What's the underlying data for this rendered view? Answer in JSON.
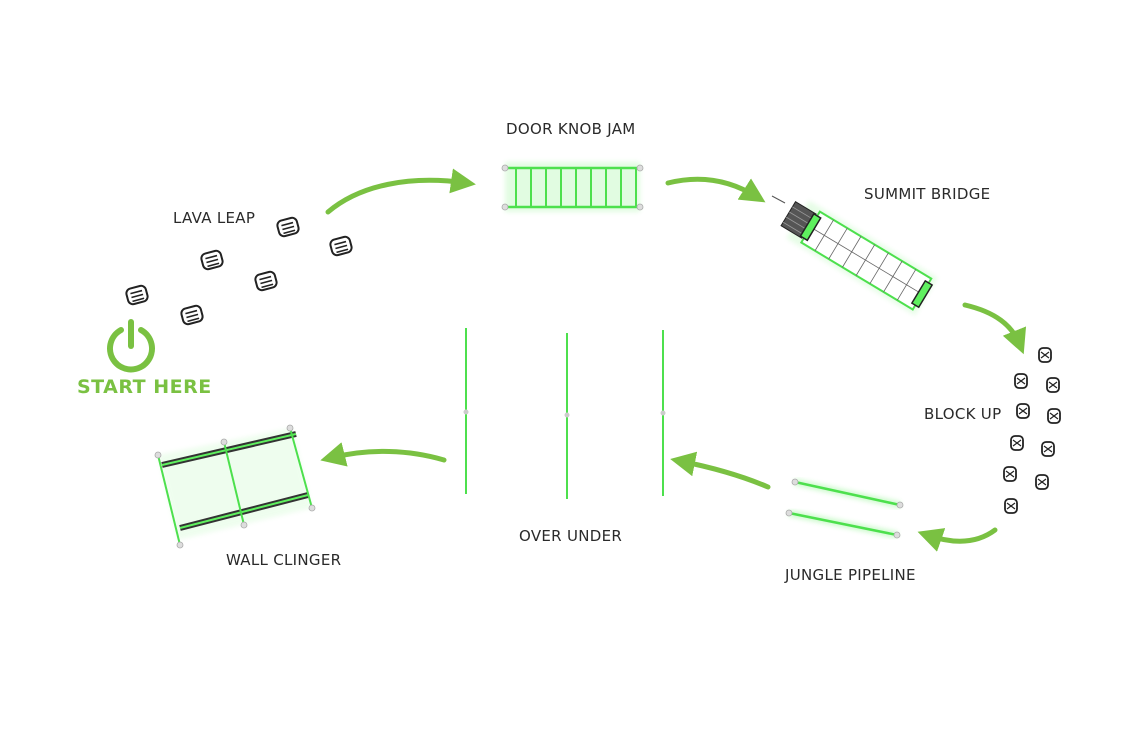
{
  "colors": {
    "accent": "#7ac142",
    "neon": "#5ff05f",
    "ink": "#2a2a2a"
  },
  "start": {
    "label": "START HERE",
    "icon": "power-icon"
  },
  "stations": [
    {
      "id": "lava-leap",
      "label": "LAVA LEAP"
    },
    {
      "id": "door-knob-jam",
      "label": "DOOR KNOB JAM"
    },
    {
      "id": "summit-bridge",
      "label": "SUMMIT BRIDGE"
    },
    {
      "id": "block-up",
      "label": "BLOCK UP"
    },
    {
      "id": "jungle-pipeline",
      "label": "JUNGLE PIPELINE"
    },
    {
      "id": "over-under",
      "label": "OVER UNDER"
    },
    {
      "id": "wall-clinger",
      "label": "WALL CLINGER"
    }
  ]
}
